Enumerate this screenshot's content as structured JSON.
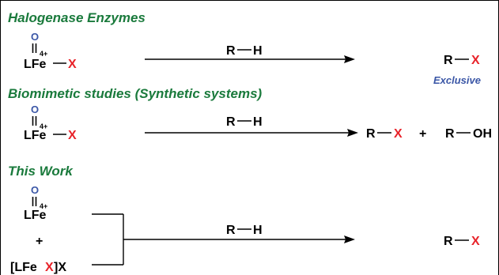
{
  "sections": [
    {
      "title": "Halogenase Enzymes",
      "oxo": "O",
      "charge": "4+",
      "metal": "LFe",
      "halogen": "X",
      "reagent_r": "R",
      "reagent_h": "H",
      "product_r": "R",
      "product_x": "X",
      "note": "Exclusive"
    },
    {
      "title": "Biomimetic studies (Synthetic systems)",
      "oxo": "O",
      "charge": "4+",
      "metal": "LFe",
      "halogen": "X",
      "reagent_r": "R",
      "reagent_h": "H",
      "product1_r": "R",
      "product1_x": "X",
      "plus": "+",
      "product2_r": "R",
      "product2_oh": "OH"
    },
    {
      "title": "This Work",
      "oxo": "O",
      "charge": "4+",
      "metal": "LFe",
      "plus": "+",
      "complex_open": "[LFe",
      "complex_x": "X",
      "complex_close": "]X",
      "reagent_r": "R",
      "reagent_h": "H",
      "product_r": "R",
      "product_x": "X"
    }
  ],
  "colors": {
    "heading": "#1a7a3c",
    "halogen": "#e8232a",
    "oxygen": "#3a56a6"
  }
}
